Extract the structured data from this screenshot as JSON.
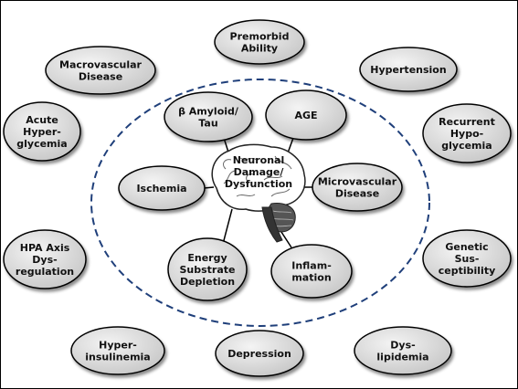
{
  "center": {
    "lines": [
      "Neuronal",
      "Damage/",
      "Dysfunction"
    ]
  },
  "inner_nodes": [
    {
      "id": "beta-amyloid-tau",
      "lines": [
        "β Amyloid/",
        "Tau"
      ]
    },
    {
      "id": "age",
      "lines": [
        "AGE"
      ]
    },
    {
      "id": "ischemia",
      "lines": [
        "Ischemia"
      ]
    },
    {
      "id": "microvascular-disease",
      "lines": [
        "Microvascular",
        "Disease"
      ]
    },
    {
      "id": "energy-substrate-depletion",
      "lines": [
        "Energy",
        "Substrate",
        "Depletion"
      ]
    },
    {
      "id": "inflammation",
      "lines": [
        "Inflam-",
        "mation"
      ]
    }
  ],
  "outer_nodes": [
    {
      "id": "premorbid-ability",
      "lines": [
        "Premorbid",
        "Ability"
      ]
    },
    {
      "id": "macrovascular-disease",
      "lines": [
        "Macrovascular",
        "Disease"
      ]
    },
    {
      "id": "hypertension",
      "lines": [
        "Hypertension"
      ]
    },
    {
      "id": "acute-hyperglycemia",
      "lines": [
        "Acute",
        "Hyper-",
        "glycemia"
      ]
    },
    {
      "id": "recurrent-hypoglycemia",
      "lines": [
        "Recurrent",
        "Hypo-",
        "glycemia"
      ]
    },
    {
      "id": "hpa-axis-dysregulation",
      "lines": [
        "HPA Axis",
        "Dys-",
        "regulation"
      ]
    },
    {
      "id": "genetic-susceptibility",
      "lines": [
        "Genetic",
        "Sus-",
        "ceptibility"
      ]
    },
    {
      "id": "hyperinsulinemia",
      "lines": [
        "Hyper-",
        "insulinemia"
      ]
    },
    {
      "id": "depression",
      "lines": [
        "Depression"
      ]
    },
    {
      "id": "dyslipidemia",
      "lines": [
        "Dys-",
        "lipidemia"
      ]
    }
  ],
  "colors": {
    "node_fill": "#d9d9d9",
    "node_stroke": "#000000",
    "dashed_circle": "#1f3f7a"
  }
}
